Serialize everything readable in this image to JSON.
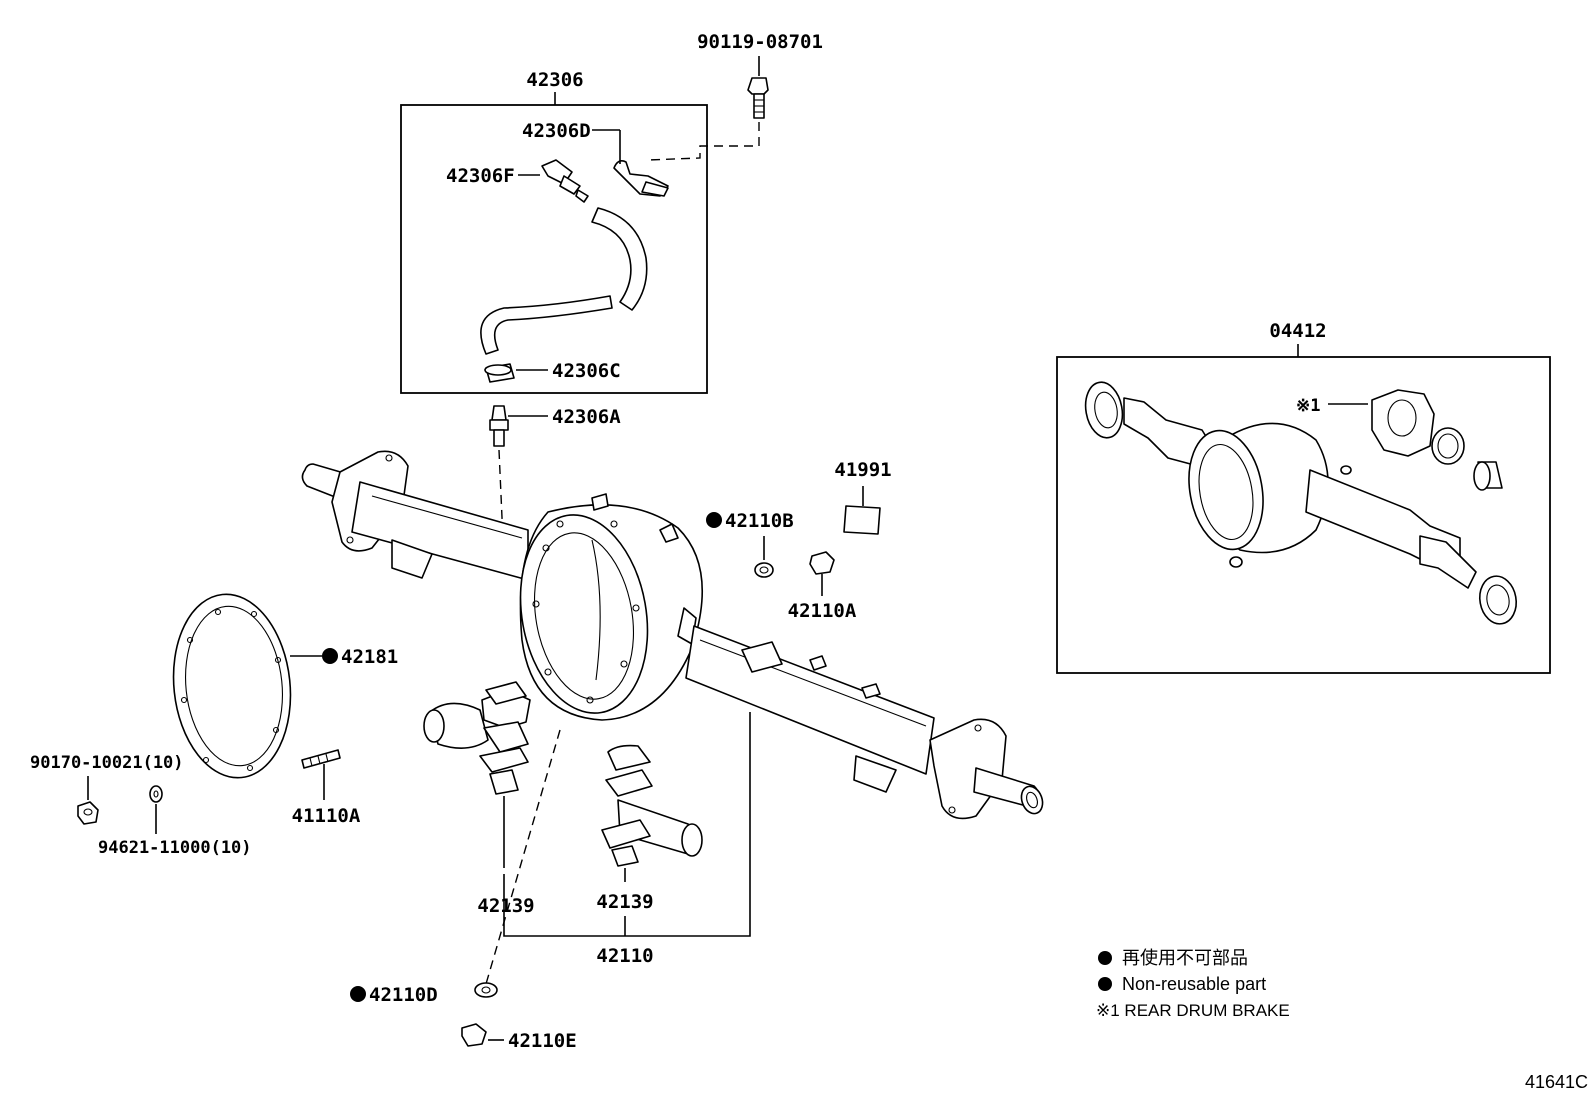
{
  "diagram_id": "41641C",
  "labels": {
    "bolt_top": "90119-08701",
    "hose_kit": "42306",
    "clamp_bracket": "42306D",
    "union": "42306F",
    "hose_clip": "42306C",
    "breather_plug": "42306A",
    "label_plate": "41991",
    "washer_b": "42110B",
    "plug_a": "42110A",
    "gasket": "42181",
    "stud": "41110A",
    "nut": "90170-10021(10)",
    "washer": "94621-11000(10)",
    "spring_seat_left": "42139",
    "spring_seat_right": "42139",
    "axle_housing": "42110",
    "washer_d": "42110D",
    "plug_e": "42110E",
    "housing_set": "04412",
    "note_ref": "※1"
  },
  "legend": {
    "line_ja": "再使用不可部品",
    "line_en": "Non-reusable part",
    "note": "※1  REAR DRUM BRAKE"
  }
}
